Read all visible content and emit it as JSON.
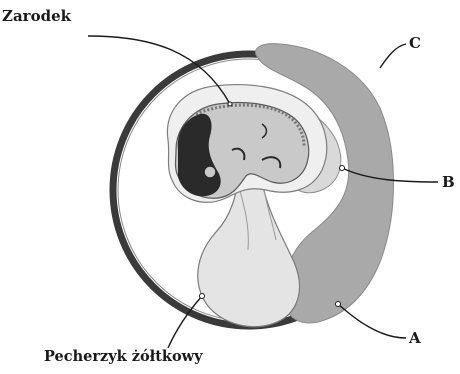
{
  "diagram": {
    "labels": {
      "embryo": "Zarodek",
      "yolk_sac": "Pecherzyk żółtkowy",
      "a": "A",
      "b": "B",
      "c": "C"
    },
    "colors": {
      "outer_shell": "#3a3a3a",
      "allantois": "#a9a9a9",
      "amnion_fill": "#efefef",
      "yolk_sac_fill": "#e4e4e4",
      "embryo_fill": "#c9c9c9",
      "embryo_dark": "#2a2a2a",
      "outline": "#5a5a5a",
      "leader_line": "#1a1a1a"
    }
  }
}
